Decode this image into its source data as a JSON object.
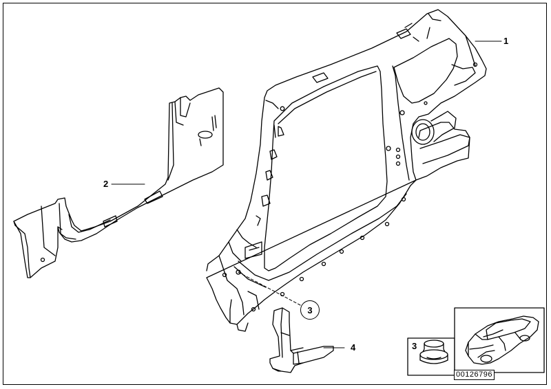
{
  "callouts": {
    "part_1": "1",
    "part_2": "2",
    "part_3_circled": "3",
    "part_4": "4",
    "part_3_inset": "3"
  },
  "catalog_number": "00126796"
}
